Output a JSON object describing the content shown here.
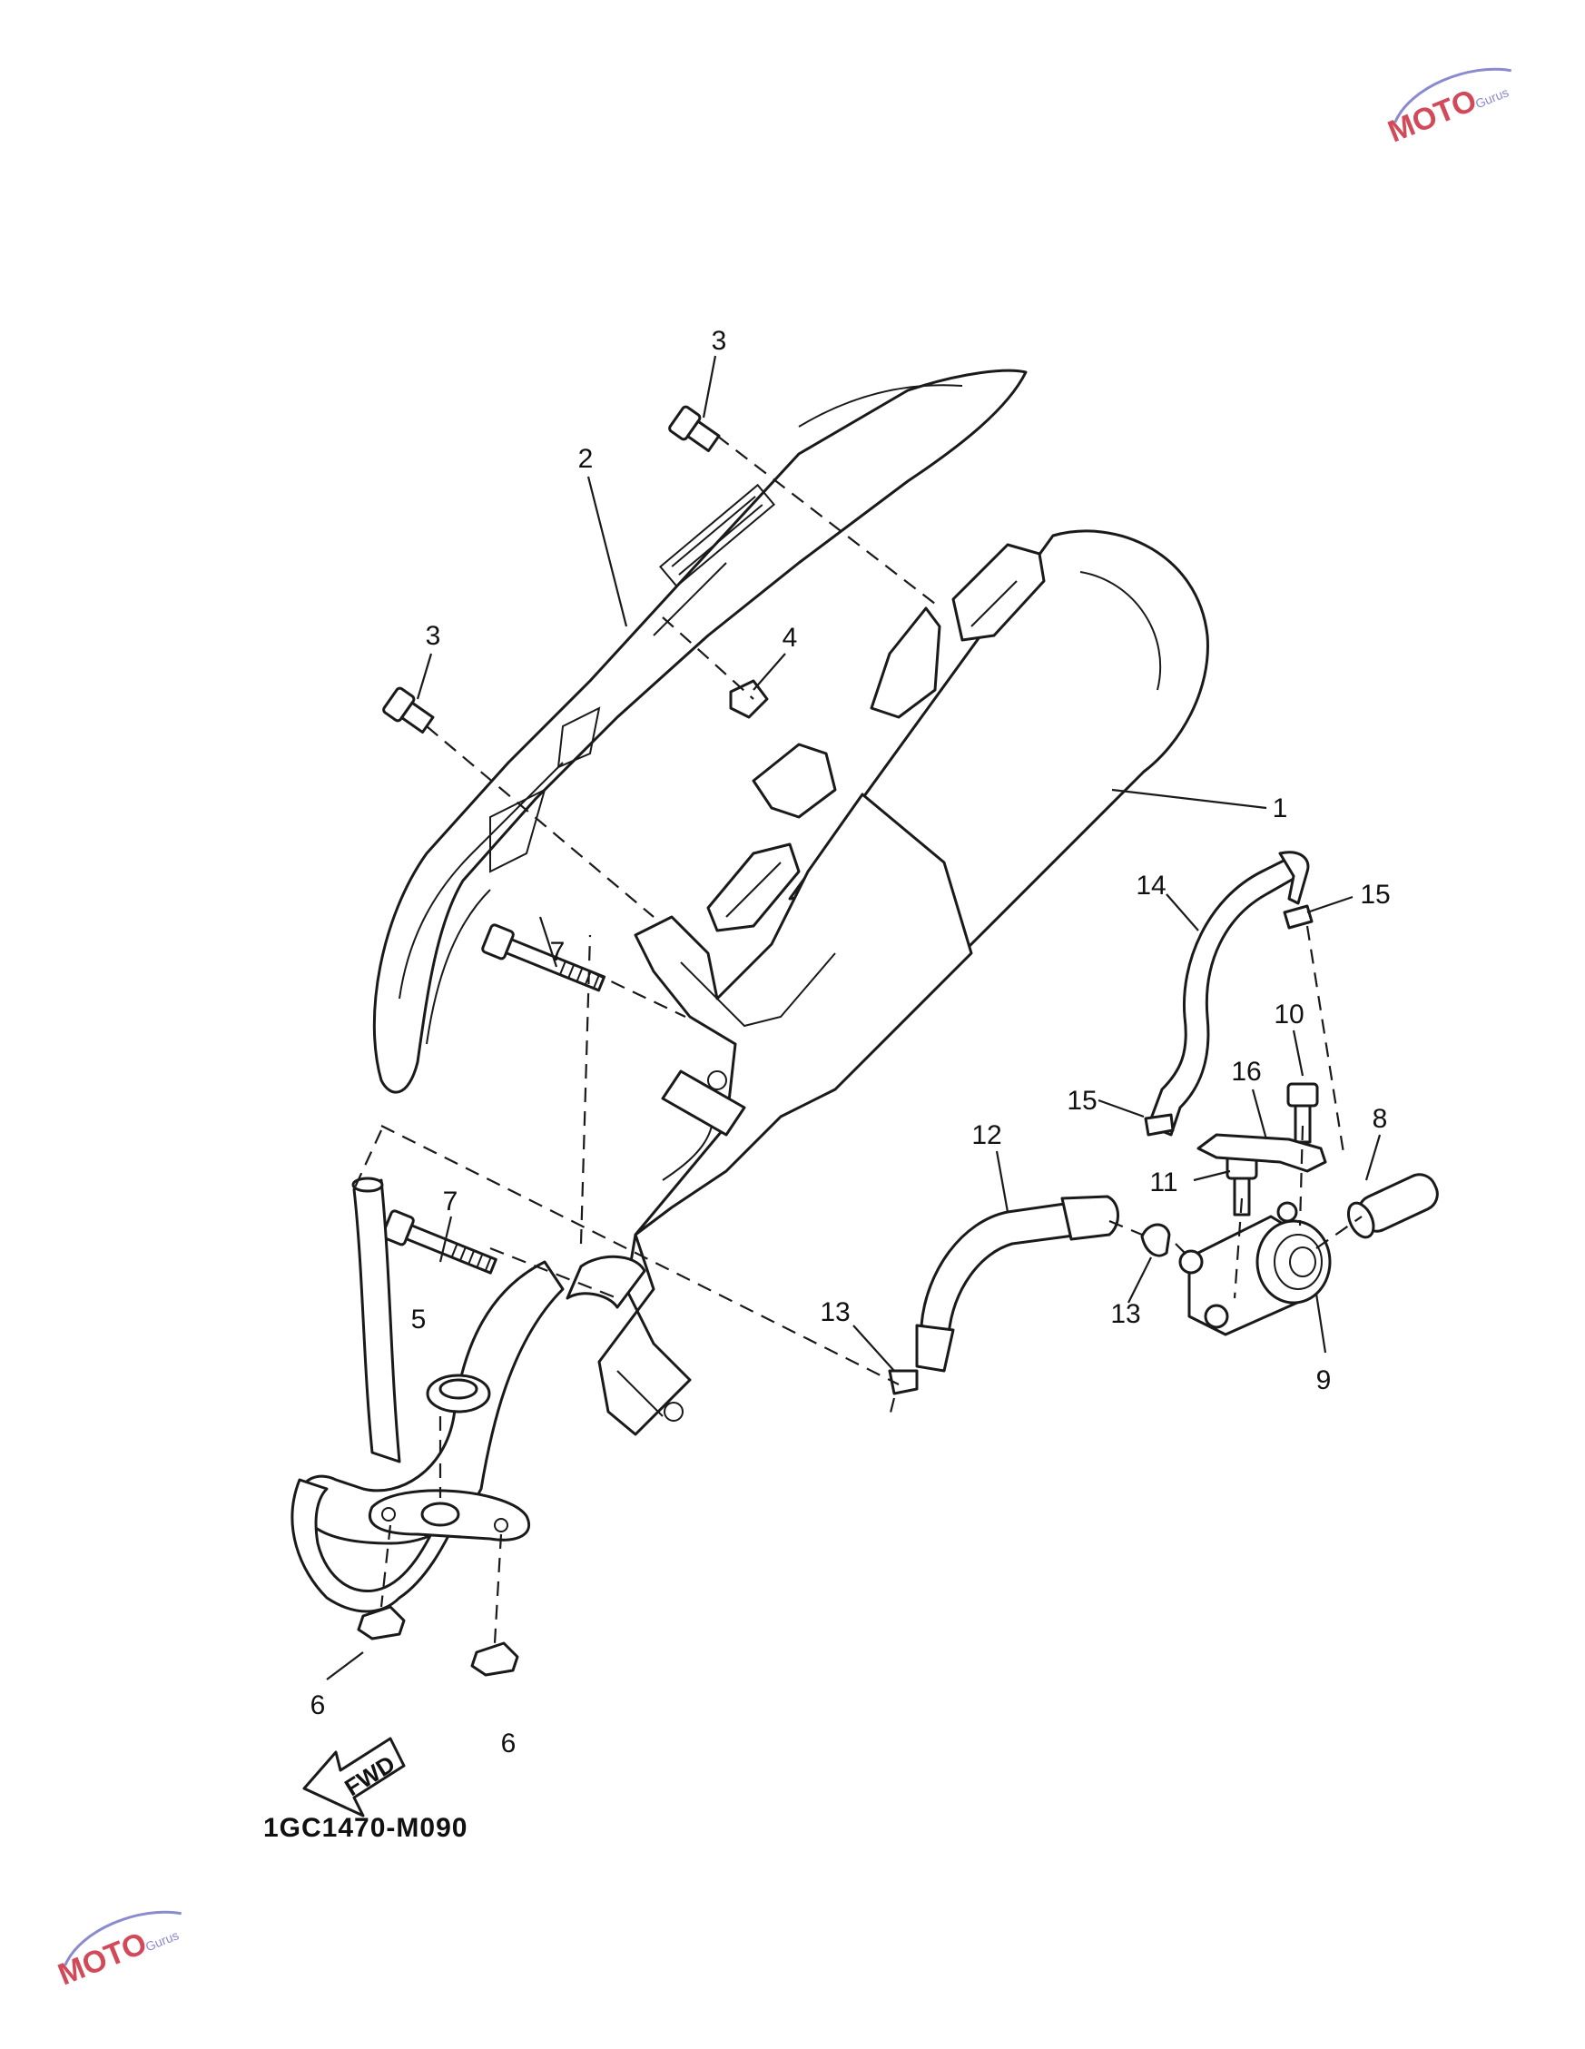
{
  "diagram": {
    "code": "1GC1470-M090",
    "fwd_label": "FWD",
    "watermark": {
      "brand": "MOTO",
      "sub": "Gurus"
    },
    "callouts": [
      {
        "id": "c1",
        "text": "1"
      },
      {
        "id": "c2",
        "text": "2"
      },
      {
        "id": "c3a",
        "text": "3"
      },
      {
        "id": "c3b",
        "text": "3"
      },
      {
        "id": "c4",
        "text": "4"
      },
      {
        "id": "c5",
        "text": "5"
      },
      {
        "id": "c6a",
        "text": "6"
      },
      {
        "id": "c6b",
        "text": "6"
      },
      {
        "id": "c7a",
        "text": "7"
      },
      {
        "id": "c7b",
        "text": "7"
      },
      {
        "id": "c8",
        "text": "8"
      },
      {
        "id": "c9",
        "text": "9"
      },
      {
        "id": "c10",
        "text": "10"
      },
      {
        "id": "c11",
        "text": "11"
      },
      {
        "id": "c12",
        "text": "12"
      },
      {
        "id": "c13a",
        "text": "13"
      },
      {
        "id": "c13b",
        "text": "13"
      },
      {
        "id": "c14",
        "text": "14"
      },
      {
        "id": "c15a",
        "text": "15"
      },
      {
        "id": "c15b",
        "text": "15"
      },
      {
        "id": "c16",
        "text": "16"
      }
    ]
  }
}
